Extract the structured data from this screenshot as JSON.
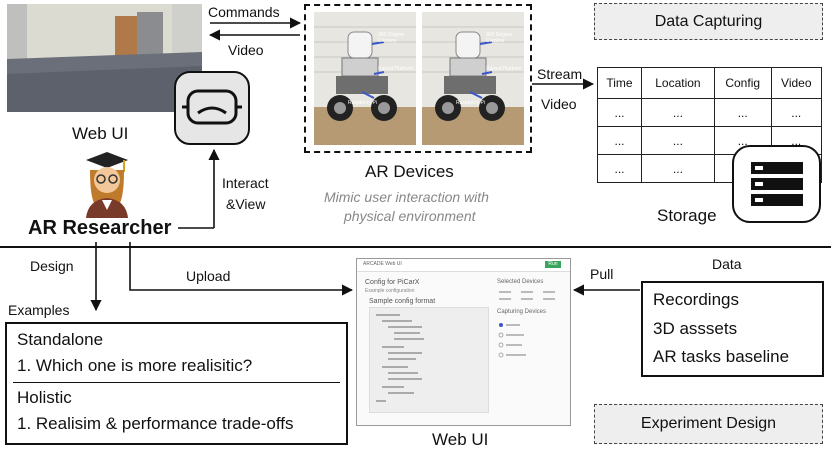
{
  "top": {
    "commands": "Commands",
    "video": "Video",
    "web_ui": "Web UI",
    "ar_researcher": "AR Researcher",
    "interact": "Interact",
    "and_view": "&View",
    "ar_devices": "AR Devices",
    "mimic_line1": "Mimic user interaction with",
    "mimic_line2": "physical environment",
    "stream": "Stream",
    "video_right": "Video",
    "data_capturing": "Data Capturing",
    "storage": "Storage",
    "robot_labels": {
      "camera": "360 Degree Camera",
      "platform": "Raised Platform",
      "pi": "Raspberry Pi"
    }
  },
  "table": {
    "headers": [
      "Time",
      "Location",
      "Config",
      "Video"
    ],
    "rows": [
      [
        "...",
        "...",
        "...",
        "..."
      ],
      [
        "...",
        "...",
        "...",
        "..."
      ],
      [
        "...",
        "...",
        "...",
        "..."
      ]
    ]
  },
  "bottom": {
    "design": "Design",
    "upload": "Upload",
    "examples": "Examples",
    "standalone": "Standalone",
    "q1": "1. Which one is more realisitic?",
    "holistic": "Holistic",
    "q2": "1. Realisim & performance trade-offs",
    "web_ui": "Web UI",
    "pull": "Pull",
    "data": "Data",
    "recordings": "Recordings",
    "assets": "3D asssets",
    "baseline": "AR tasks baseline",
    "experiment_design": "Experiment Design"
  },
  "mock_ui": {
    "header": "ARCADE Web UI",
    "button": "Run",
    "config_title": "Config for PiCarX",
    "config_sub": "Example configuration",
    "sample_title": "Sample config format",
    "selected_devices": "Selected Devices",
    "capturing_devices": "Capturing Devices"
  },
  "colors": {
    "photo_floor": "#6b6f7a",
    "photo_wall": "#d9d8cf",
    "robot_blue": "#3a56c8"
  }
}
